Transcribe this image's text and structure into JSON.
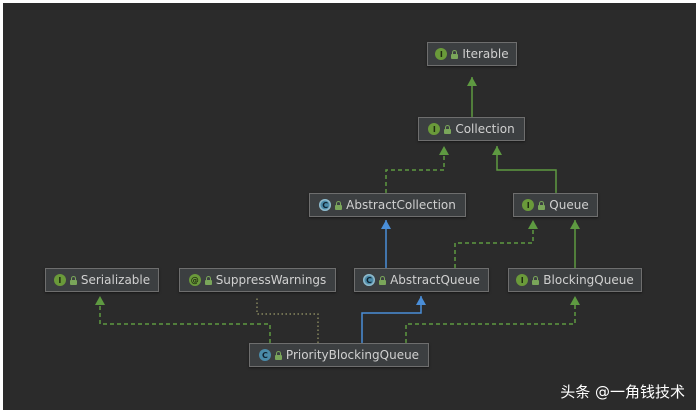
{
  "nodes": {
    "iterable": {
      "label": "Iterable",
      "badge": "I",
      "kind": "interface"
    },
    "collection": {
      "label": "Collection",
      "badge": "I",
      "kind": "interface"
    },
    "abstract_collection": {
      "label": "AbstractCollection",
      "badge": "C",
      "kind": "abstract"
    },
    "queue": {
      "label": "Queue",
      "badge": "I",
      "kind": "interface"
    },
    "serializable": {
      "label": "Serializable",
      "badge": "I",
      "kind": "interface"
    },
    "suppress_warnings": {
      "label": "SuppressWarnings",
      "badge": "@",
      "kind": "annotation"
    },
    "abstract_queue": {
      "label": "AbstractQueue",
      "badge": "C",
      "kind": "abstract"
    },
    "blocking_queue": {
      "label": "BlockingQueue",
      "badge": "I",
      "kind": "interface"
    },
    "priority_blocking_queue": {
      "label": "PriorityBlockingQueue",
      "badge": "C",
      "kind": "class"
    }
  },
  "colors": {
    "extends_interface": "#5e9a41",
    "implements": "#5e9a41",
    "extends_class": "#4a8ed8",
    "annotation": "#9a9a6a"
  },
  "watermark": "头条 @一角钱技术"
}
